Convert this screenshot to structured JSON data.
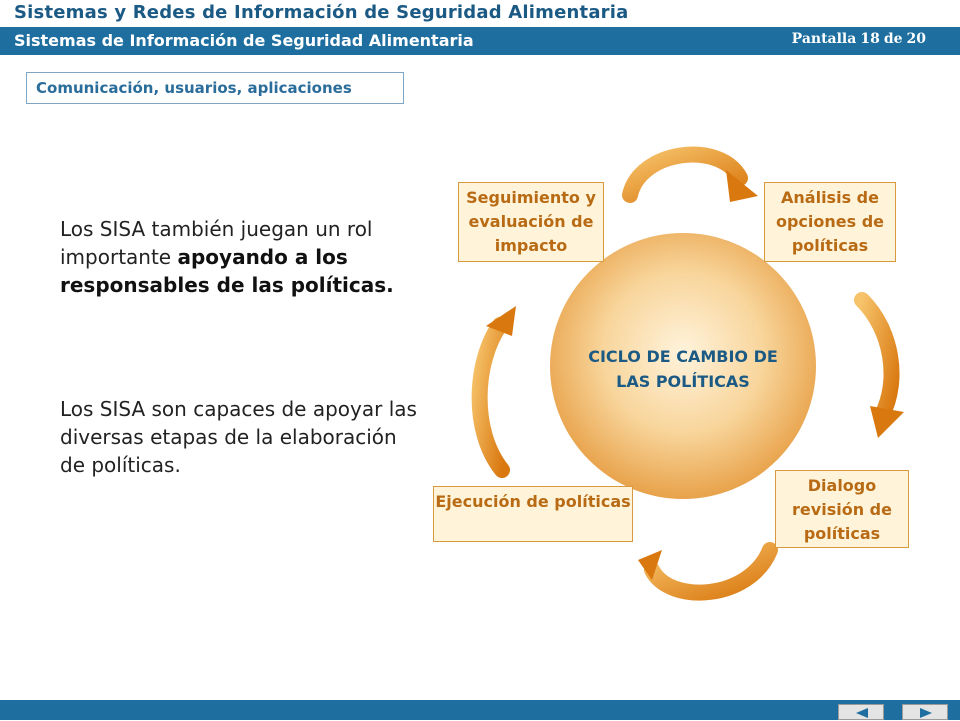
{
  "header": {
    "title": "Sistemas y Redes de Información de Seguridad Alimentaria",
    "subtitle": "Sistemas de Información de Seguridad Alimentaria",
    "page_prefix": "Pantalla",
    "page_current": "18",
    "page_of": "de",
    "page_total": "20"
  },
  "section": {
    "label": "Comunicación, usuarios, aplicaciones"
  },
  "content": {
    "para1_plain": "Los SISA también juegan un rol importante ",
    "para1_bold": "apoyando a los responsables de las políticas.",
    "para2": "Los SISA son capaces de apoyar las diversas etapas de la elaboración de políticas."
  },
  "diagram": {
    "center_label": "CICLO DE CAMBIO DE LAS POLÍTICAS",
    "stages": [
      {
        "label": "Seguimiento y evaluación de impacto"
      },
      {
        "label": "Análisis de opciones de políticas"
      },
      {
        "label": "Dialogo revisión de políticas"
      },
      {
        "label": "Ejecución de políticas"
      }
    ],
    "colors": {
      "circle_light": "#fff3dc",
      "circle_dark": "#e8a24a",
      "arrow": "#e08c1e",
      "stage_text": "#b86b14",
      "center_text": "#1b5a84"
    }
  },
  "footer": {
    "prev_icon": "triangle-left-icon",
    "next_icon": "triangle-right-icon"
  },
  "colors": {
    "brand_blue": "#1e6fa0",
    "title_blue": "#1b5a84"
  }
}
